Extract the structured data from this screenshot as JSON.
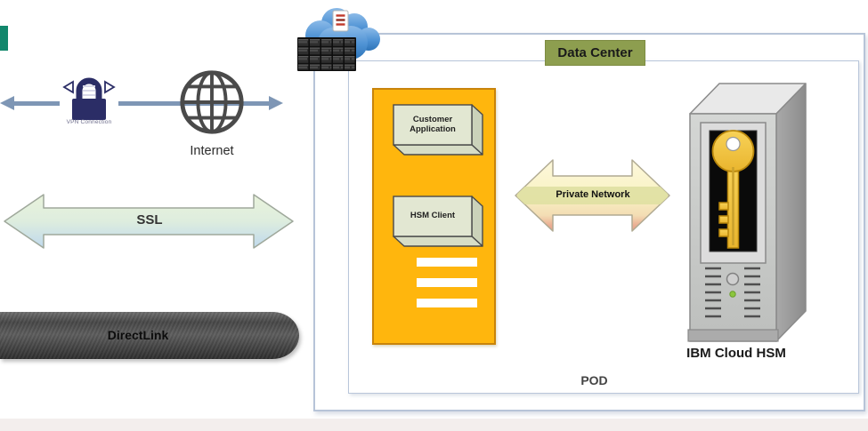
{
  "connectivity": {
    "vpn_connection_label": "VPN Connection",
    "internet_label": "Internet",
    "ssl_label": "SSL",
    "directlink_label": "DirectLink"
  },
  "data_center": {
    "title": "Data Center",
    "pod_label": "POD",
    "private_network_label": "Private Network",
    "ibm_cloud_hsm_label": "IBM Cloud HSM",
    "customer_environment": {
      "customer_application_label": "Customer Application",
      "hsm_client_label": "HSM Client"
    }
  },
  "colors": {
    "orange_panel": "#FFB60D",
    "olive_label": "#8D9E4F",
    "box_border": "#B7C4D8",
    "arrow_blue_gray": "#7E96B5",
    "lock_navy": "#2B2D66",
    "key_yellow": "#F5C73F",
    "led_green": "#8CC63E",
    "pipe_gray": "#4A4A4A"
  }
}
